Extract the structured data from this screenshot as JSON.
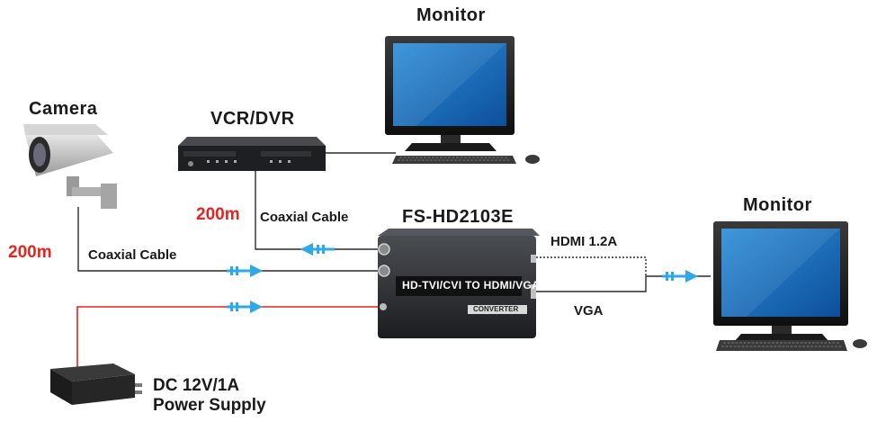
{
  "labels": {
    "monitor_top": "Monitor",
    "monitor_right": "Monitor",
    "camera": "Camera",
    "vcr": "VCR/DVR",
    "distance_vcr": "200m",
    "distance_camera": "200m",
    "coax_vcr": "Coaxial Cable",
    "coax_camera": "Coaxial Cable",
    "device_model": "FS-HD2103E",
    "hdmi": "HDMI 1.2A",
    "vga": "VGA",
    "power_line1": "DC 12V/1A",
    "power_line2": "Power Supply"
  },
  "device": {
    "panel_text": "HD-TVI/CVI TO HDMI/VGA",
    "badge_text": "CONVERTER"
  },
  "colors": {
    "power_wire": "#e5241f",
    "signal_wire": "#2a2a2a",
    "arrow": "#2fa8e6",
    "distance": "#e5241f"
  }
}
